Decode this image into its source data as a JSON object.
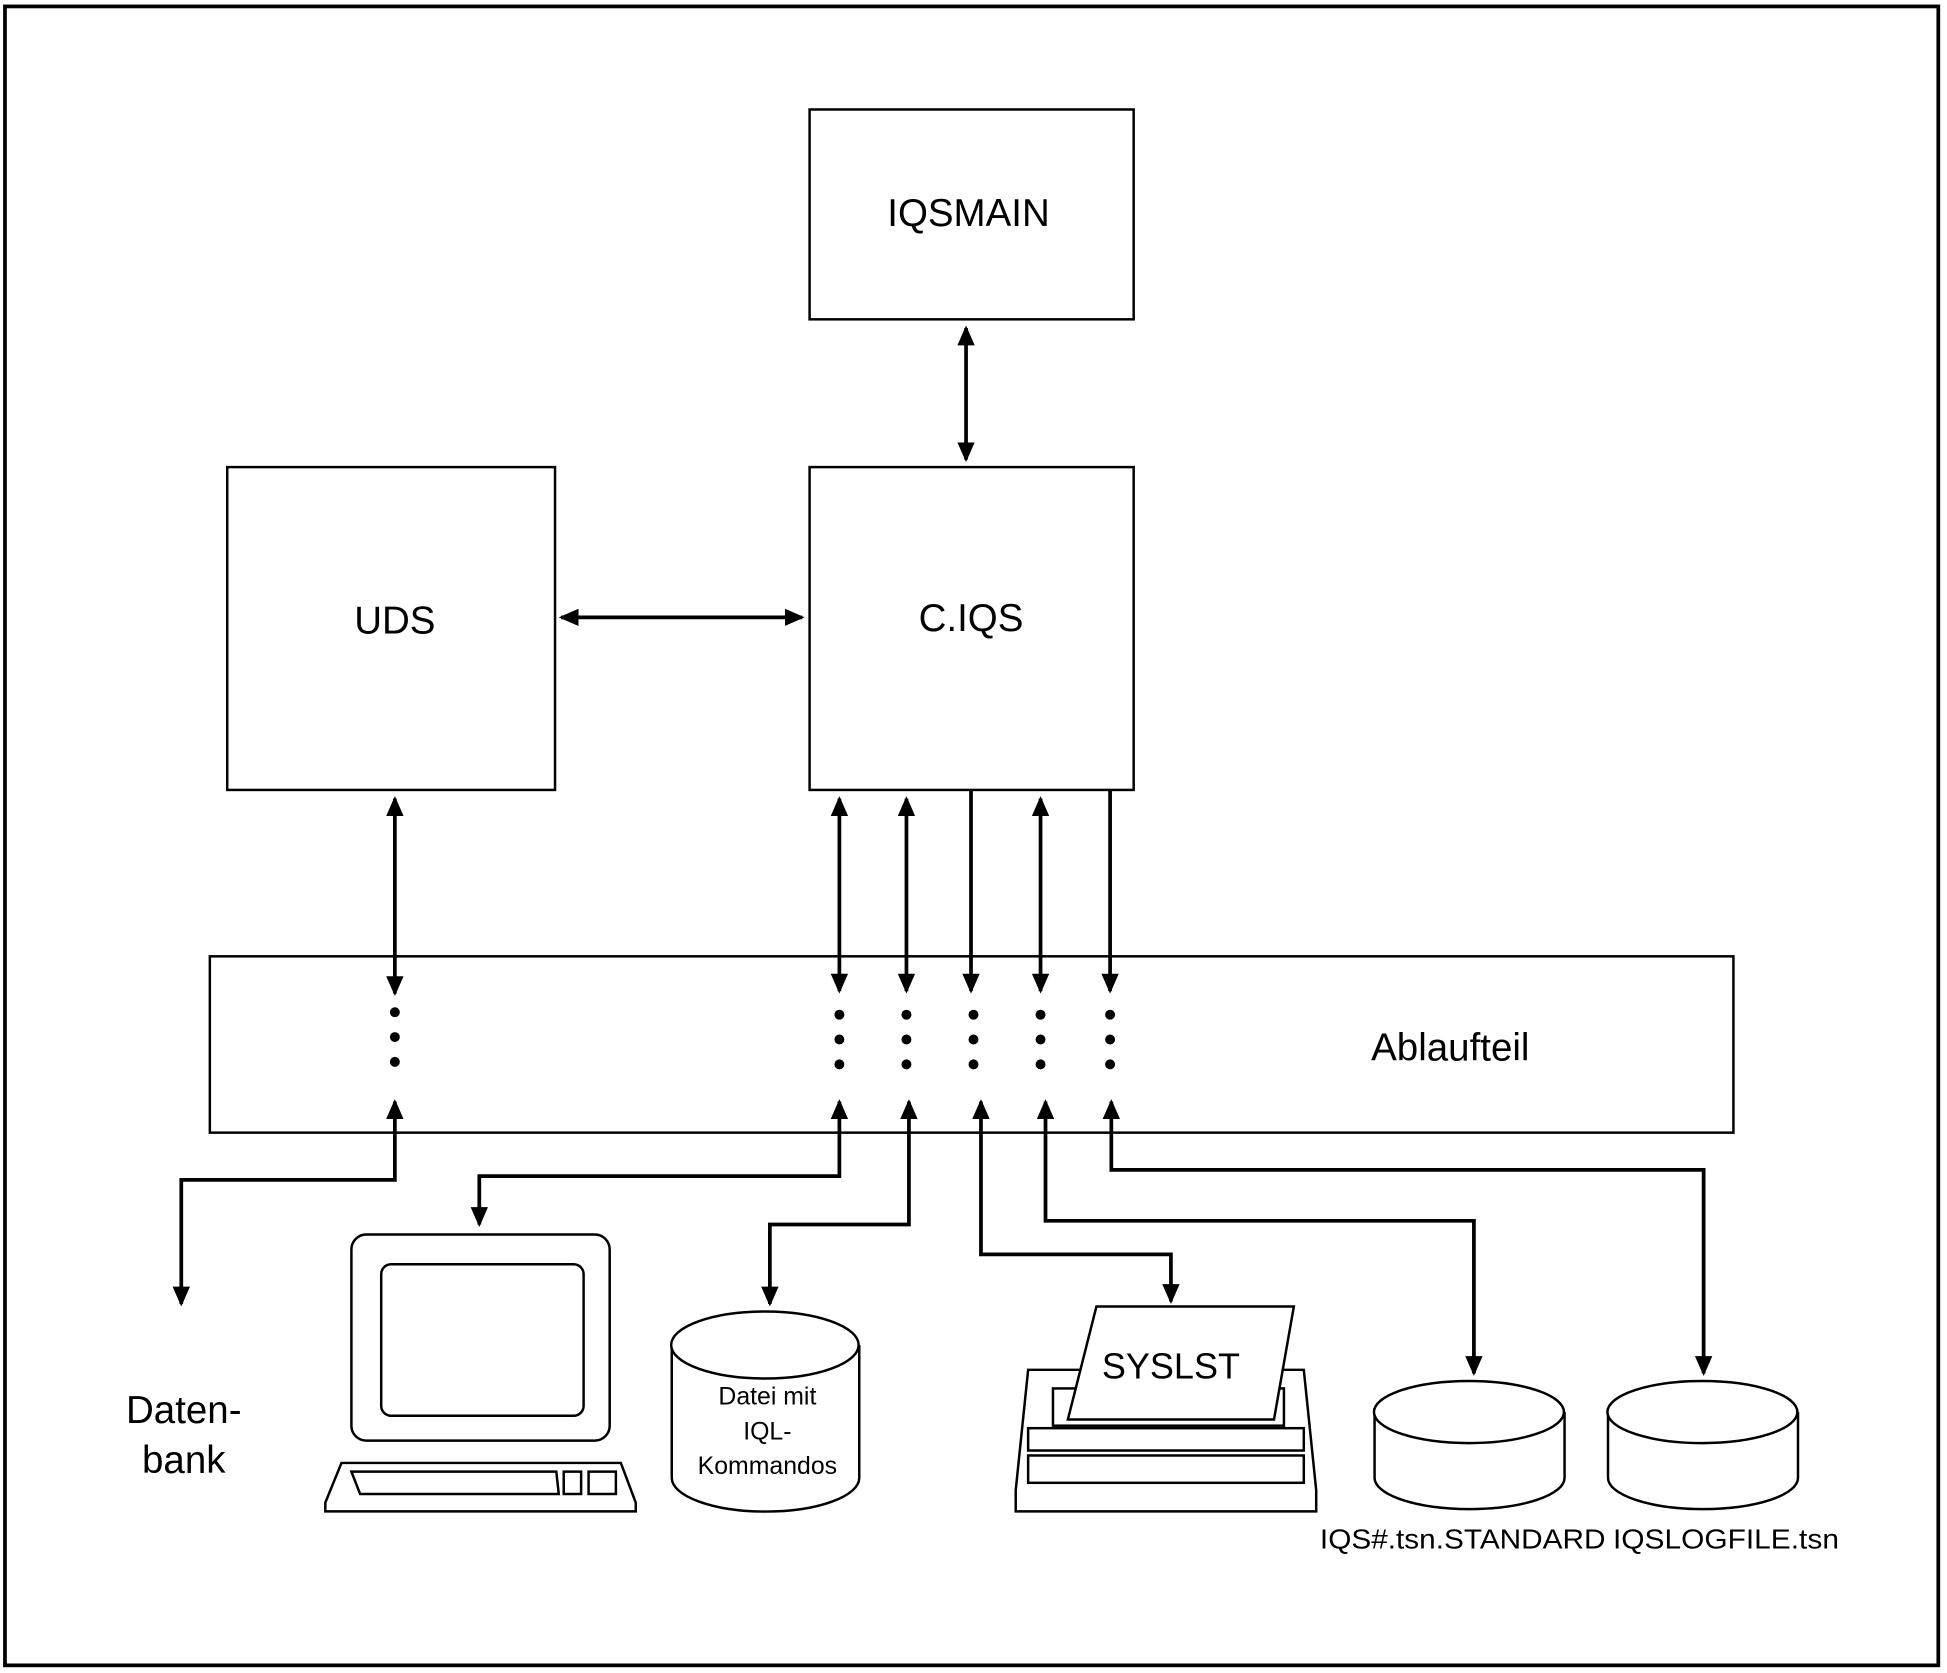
{
  "diagram": {
    "boxes": {
      "iqsmain": "IQSMAIN",
      "ciqs": "C.IQS",
      "uds": "UDS",
      "ablaufteil": "Ablaufteil"
    },
    "devices": {
      "database": [
        "Daten-",
        "bank"
      ],
      "iql_file": [
        "Datei mit",
        "IQL-",
        "Kommandos"
      ],
      "printer": "SYSLST",
      "standard_file": "IQS#.tsn.STANDARD",
      "logfile": "IQSLOGFILE.tsn"
    }
  }
}
